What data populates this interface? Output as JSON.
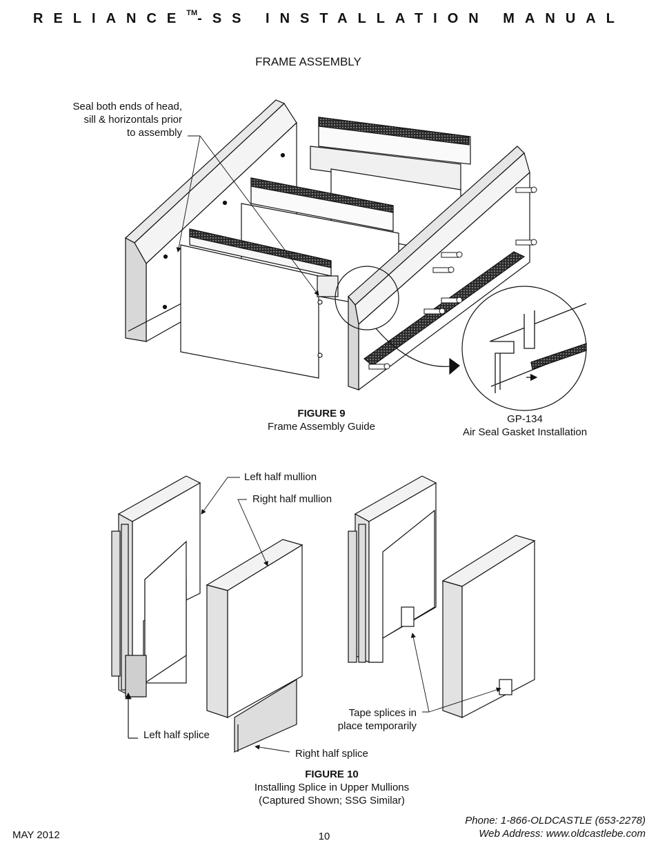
{
  "header": {
    "title_left": "RELIANCE",
    "tm": "TM",
    "title_right": "-SS INSTALLATION MANUAL"
  },
  "section_title": "FRAME ASSEMBLY",
  "figure9": {
    "callout_line1": "Seal both ends of head,",
    "callout_line2": "sill & horizontals prior",
    "callout_line3": "to assembly",
    "caption_title": "FIGURE 9",
    "caption_text": "Frame Assembly Guide",
    "detail_code": "GP-134",
    "detail_text": "Air Seal Gasket Installation"
  },
  "figure10": {
    "left_half_mullion": "Left half mullion",
    "right_half_mullion": "Right half mullion",
    "left_half_splice": "Left half splice",
    "right_half_splice": "Right half splice",
    "tape_line1": "Tape splices in",
    "tape_line2": "place temporarily",
    "caption_title": "FIGURE 10",
    "caption_line1": "Installing Splice in Upper Mullions",
    "caption_line2": "(Captured Shown; SSG Similar)"
  },
  "footer": {
    "date": "MAY 2012",
    "page_number": "10",
    "phone": "Phone: 1-866-OLDCASTLE (653-2278)",
    "web": "Web Address: www.oldcastlebe.com"
  }
}
